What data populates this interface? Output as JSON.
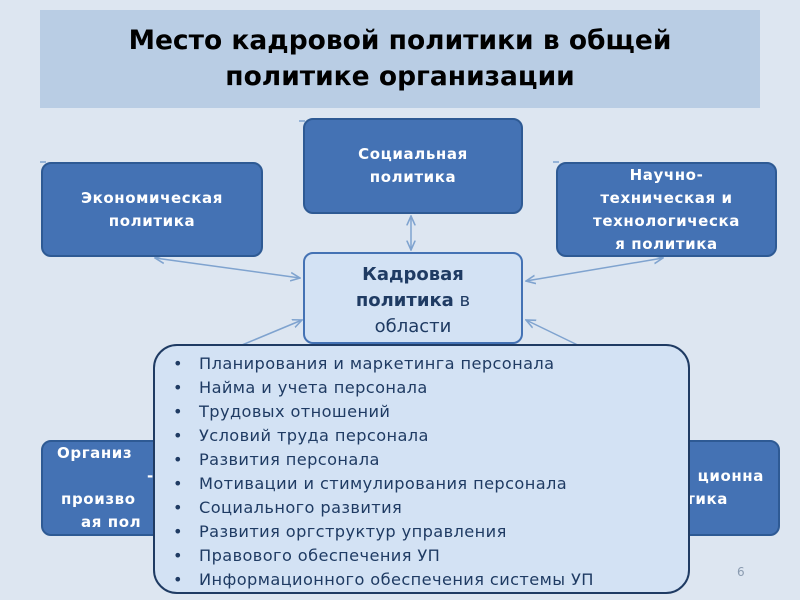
{
  "title": "Место кадровой политики в общей политике организации",
  "boxes": {
    "social": "Социальная политика",
    "economic": "Экономическая политика",
    "scientific": [
      "Научно-",
      "техническая и",
      "технологическа",
      "я политика"
    ],
    "org_left": [
      "Организ",
      "-",
      "произво",
      "ая пол"
    ],
    "right_lower": [
      "ционна",
      "тика"
    ]
  },
  "center": {
    "bold": "Кадровая политика",
    "line1_bold": "Кадровая",
    "line2_bold": "политика",
    "line2_rest": " в",
    "line3": "области"
  },
  "areas": [
    "Планирования и маркетинга персонала",
    "Найма и учета персонала",
    "Трудовых отношений",
    "Условий труда персонала",
    "Развития персонала",
    "Мотивации и стимулирования персонала",
    "Социального развития",
    "Развития оргструктур управления",
    "Правового обеспечения УП",
    "Информационного обеспечения системы УП"
  ],
  "page_number": "6",
  "colors": {
    "background": "#dde6f1",
    "title_band": "#b9cde4",
    "box_fill": "#4472b4",
    "center_fill": "#d3e2f4",
    "text_dark": "#1f3b63"
  }
}
